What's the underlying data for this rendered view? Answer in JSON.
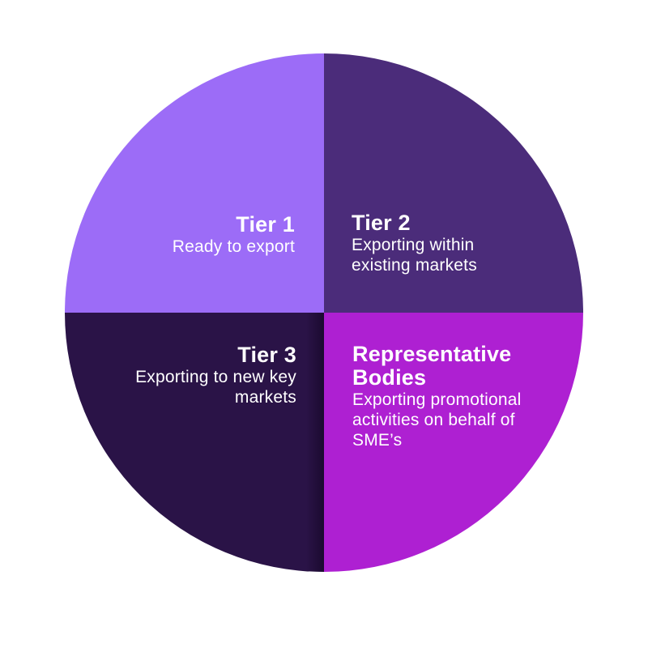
{
  "chart_data": {
    "type": "pie",
    "title": "",
    "slices": [
      {
        "label": "Tier 1",
        "sublabel": "Ready to export",
        "value": 25,
        "color": "#9c6cf7"
      },
      {
        "label": "Tier 2",
        "sublabel": "Exporting within existing markets",
        "value": 25,
        "color": "#4b2c7a"
      },
      {
        "label": "Tier 3",
        "sublabel": "Exporting to new key markets",
        "value": 25,
        "color": "#2a1347"
      },
      {
        "label": "Representative Bodies",
        "sublabel": "Exporting promotional activities on behalf of SME’s",
        "value": 25,
        "color": "#ae20d2"
      }
    ],
    "legend_position": "none",
    "background": "#ffffff",
    "text_color": "#ffffff"
  },
  "labels": {
    "tier1": {
      "title": "Tier 1",
      "lines": [
        "Ready to export"
      ]
    },
    "tier2": {
      "title": "Tier 2",
      "lines": [
        "Exporting within",
        "existing markets"
      ]
    },
    "tier3": {
      "title": "Tier 3",
      "lines": [
        "Exporting to new key",
        "markets"
      ]
    },
    "rep": {
      "title_lines": [
        "Representative",
        "Bodies"
      ],
      "lines": [
        "Exporting promotional",
        "activities on behalf of",
        "SME’s"
      ]
    }
  }
}
